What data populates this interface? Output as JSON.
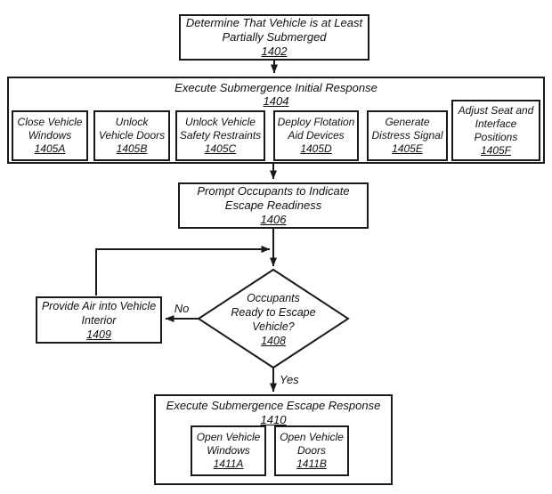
{
  "figure": {
    "type": "flowchart",
    "bg_color": "#ffffff",
    "line_color": "#1a1a1a",
    "text_color": "#111111",
    "nodes": {
      "determine": {
        "lines": [
          "Determine That Vehicle is at Least",
          "Partially Submerged"
        ],
        "ref": "1402"
      },
      "initial_response": {
        "title": "Execute Submergence Initial Response",
        "ref": "1404",
        "children": [
          {
            "lines": [
              "Close Vehicle",
              "Windows"
            ],
            "ref": "1405A"
          },
          {
            "lines": [
              "Unlock",
              "Vehicle Doors"
            ],
            "ref": "1405B"
          },
          {
            "lines": [
              "Unlock Vehicle",
              "Safety Restraints"
            ],
            "ref": "1405C"
          },
          {
            "lines": [
              "Deploy Flotation",
              "Aid Devices"
            ],
            "ref": "1405D"
          },
          {
            "lines": [
              "Generate",
              "Distress Signal"
            ],
            "ref": "1405E"
          },
          {
            "lines": [
              "Adjust Seat and",
              "Interface",
              "Positions"
            ],
            "ref": "1405F"
          }
        ]
      },
      "prompt": {
        "lines": [
          "Prompt Occupants to Indicate",
          "Escape Readiness"
        ],
        "ref": "1406"
      },
      "decision": {
        "lines": [
          "Occupants",
          "Ready to Escape",
          "Vehicle?"
        ],
        "ref": "1408"
      },
      "provide_air": {
        "lines": [
          "Provide Air into Vehicle",
          "Interior"
        ],
        "ref": "1409"
      },
      "escape_response": {
        "title": "Execute Submergence Escape Response",
        "ref": "1410",
        "children": [
          {
            "lines": [
              "Open Vehicle",
              "Windows"
            ],
            "ref": "1411A"
          },
          {
            "lines": [
              "Open Vehicle",
              "Doors"
            ],
            "ref": "1411B"
          }
        ]
      }
    },
    "edge_labels": {
      "no": "No",
      "yes": "Yes"
    }
  }
}
